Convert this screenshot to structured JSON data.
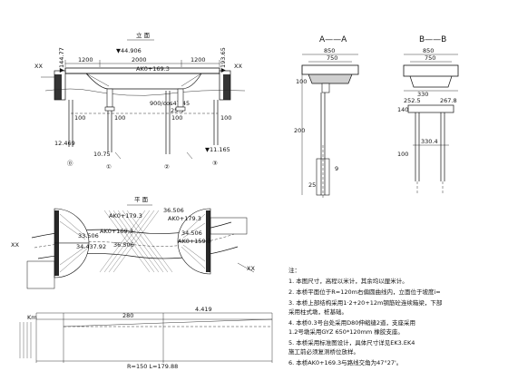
{
  "views": {
    "elevation_title": "立  面",
    "plan_title": "平  面",
    "section_a_title": "A——A",
    "section_b_title": "B——B"
  },
  "elevation": {
    "elevation_top": "▼44.906",
    "left_top_elev": "▼144.77",
    "right_top_elev": "▼193.65",
    "span_left": "1200",
    "span_mid": "2000",
    "span_right": "1200",
    "station": "AK0+169.3",
    "slope_text": "900/cos47.45",
    "dim_25_5": "25.5",
    "pile_100_a": "100",
    "pile_100_b": "100",
    "pile_100_c": "100",
    "pile_100_d": "100",
    "elev_12_469": "12.469",
    "elev_10_75": "10.75",
    "elev_11_165": "▼11.165",
    "pier_0": "⓪",
    "pier_1": "①",
    "pier_2": "②",
    "pier_3": "③",
    "end_left": "XX",
    "end_right": "XX"
  },
  "plan": {
    "station_1": "AK0+179.3",
    "station_2": "AK0+169.3",
    "station_3": "AK0+179.3",
    "station_4": "AK0+159.3",
    "val_1": "36.506",
    "val_2": "36.506",
    "val_3": "34.506",
    "val_4": "33.506",
    "val_5": "34.437.92",
    "end_left": "XX",
    "end_right": "XX"
  },
  "section_a": {
    "dim_top": "850",
    "dim_750": "750",
    "dim_100": "100",
    "dim_200": "200",
    "dim_9": "9",
    "dim_25": "25"
  },
  "section_b": {
    "dim_top": "850",
    "dim_750": "750",
    "dim_330": "330",
    "dim_252": "252.5",
    "dim_267": "267.8",
    "dim_140": "140",
    "dim_330_4": "330.4",
    "dim_100": "100"
  },
  "profile": {
    "top_value": "4.419",
    "sub_value": "280",
    "left_value": "Km",
    "bottom_scale": "R=150    L=179.88"
  },
  "notes": {
    "title": "注：",
    "line1": "1. 本图尺寸，高程以米计，其余均以厘米计。",
    "line2": "2. 本桥平面位于R=120m右偏圆曲线内，立面位于坡度i=",
    "line3": "3. 本桥上部结构采用1·2+20+12m钢筋砼连续箱梁，下部",
    "line3b": "    采用柱式墩，桩基础。",
    "line4": "4. 本桥0.3号台处采用D80伸缩缝2道，支座采用",
    "line4b": "    1.2号墩采用GYZ 650*120mm 橡胶支座。",
    "line5": "5. 本桥采用标准图设计，具体尺寸详见EK3.EK4",
    "line5b": "    施工前必须复测桥位放样。",
    "line6": "6. 本桥AK0+169.3与路线交角为47°27'。"
  }
}
